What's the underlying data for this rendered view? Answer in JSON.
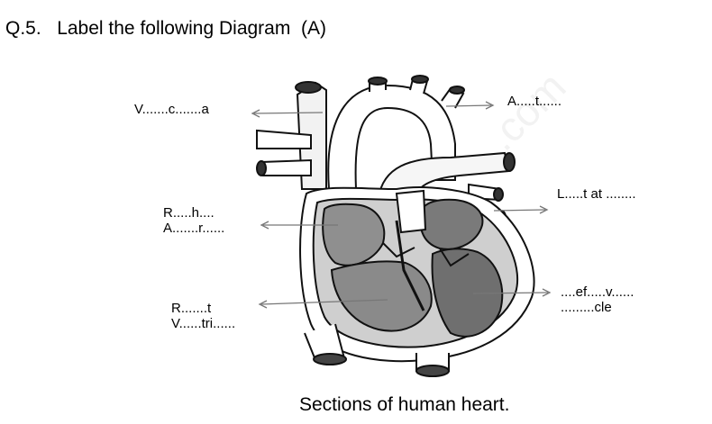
{
  "question": {
    "number": "Q.5.",
    "text": "Label the following Diagram  (A)"
  },
  "diagram": {
    "labels": {
      "vena_cava": "V.......c.......a",
      "aorta": "A.....t......",
      "left_atrium": "L.....t at ........",
      "right_atrium_line1": "R.....h....",
      "right_atrium_line2": "A.......r......",
      "right_ventricle_line1": "R.......t",
      "right_ventricle_line2": "V......tri......",
      "left_ventricle_line1": "....ef.....v......",
      "left_ventricle_line2": ".........cle"
    },
    "caption": "Sections of human heart."
  }
}
